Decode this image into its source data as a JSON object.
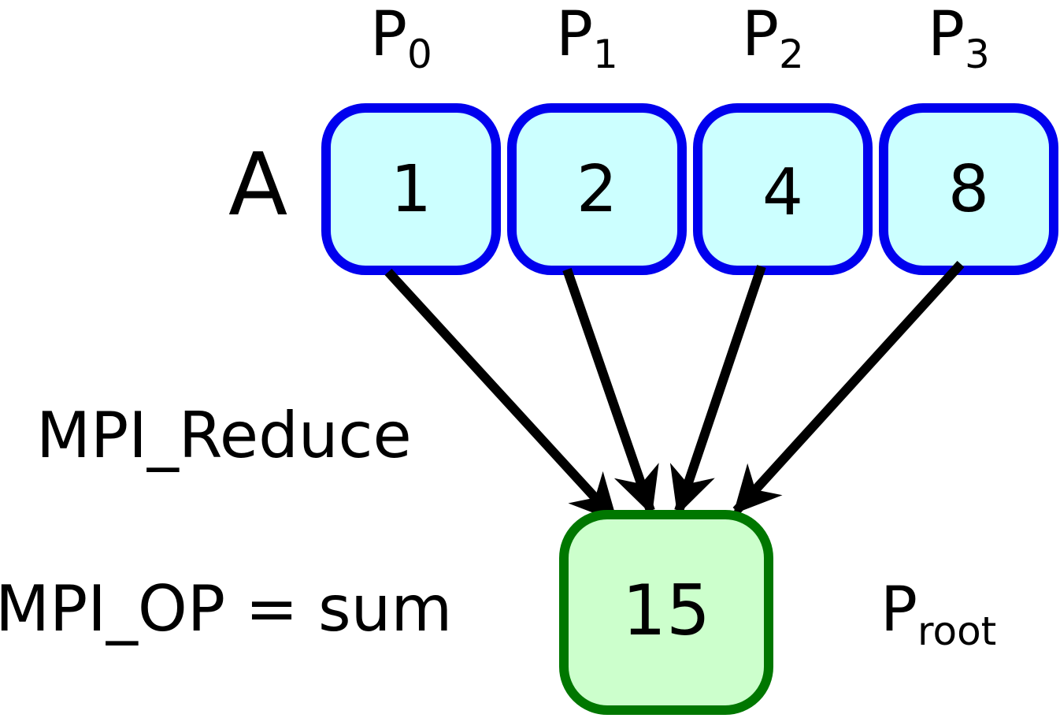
{
  "array_label": "A",
  "processes": [
    {
      "name": "P",
      "sub": "0",
      "value": "1"
    },
    {
      "name": "P",
      "sub": "1",
      "value": "2"
    },
    {
      "name": "P",
      "sub": "2",
      "value": "4"
    },
    {
      "name": "P",
      "sub": "3",
      "value": "8"
    }
  ],
  "operation": "MPI_Reduce",
  "op_label": "MPI_OP = sum",
  "result": {
    "value": "15",
    "name": "P",
    "sub": "root"
  },
  "colors": {
    "source_fill": "#ccffff",
    "source_stroke": "#0000ee",
    "result_fill": "#ccffcc",
    "result_stroke": "#007700",
    "arrow": "#000000"
  }
}
